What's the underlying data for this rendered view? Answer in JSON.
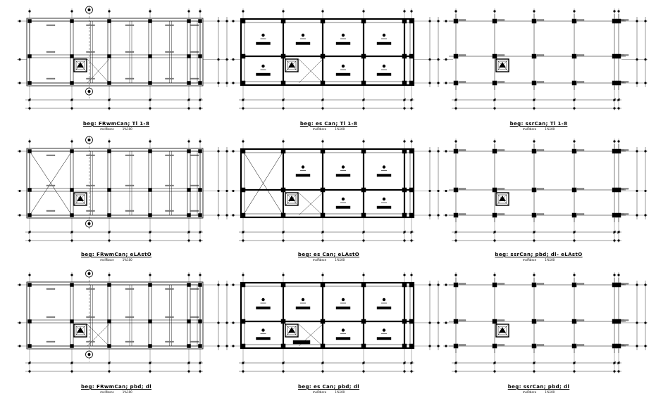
{
  "colors": {
    "ink": "#000000",
    "paper": "#ffffff",
    "hatch": "#444444"
  },
  "panels": [
    {
      "id": "p11",
      "kind": "beam",
      "title": "beg: FRwmCan; Tl 1-8",
      "note": "mxlRbsce",
      "scale": "1%100"
    },
    {
      "id": "p12",
      "kind": "slab",
      "title": "beg: es Can; Tl 1-8",
      "note": "mxlRbsce",
      "scale": "1%100"
    },
    {
      "id": "p13",
      "kind": "column",
      "title": "beg: ssrCan; Tl 1-8",
      "note": "mxlRbsce",
      "scale": "1%100"
    },
    {
      "id": "p21",
      "kind": "beam",
      "title": "beg: FRwmCan; eLAstO",
      "note": "mxlRbsce",
      "scale": "1%100"
    },
    {
      "id": "p22",
      "kind": "slab",
      "title": "beg: es Can; eLAstO",
      "note": "mxlRbsce",
      "scale": "1%100"
    },
    {
      "id": "p23",
      "kind": "column",
      "title": "beg: ssrCan; pbd; dl- eLAstO",
      "note": "mxlRbsce",
      "scale": "1%100"
    },
    {
      "id": "p31",
      "kind": "beam",
      "title": "beg: FRwmCan; pbd; dl",
      "note": "mxlRbsce",
      "scale": "1%100"
    },
    {
      "id": "p32",
      "kind": "slab",
      "title": "beg: es Can; pbd; dl",
      "note": "mxlRbsce",
      "scale": "1%100"
    },
    {
      "id": "p33",
      "kind": "column",
      "title": "beg: ssrCan; pbd; dl",
      "note": "mxlRbsce",
      "scale": "1%100"
    }
  ]
}
